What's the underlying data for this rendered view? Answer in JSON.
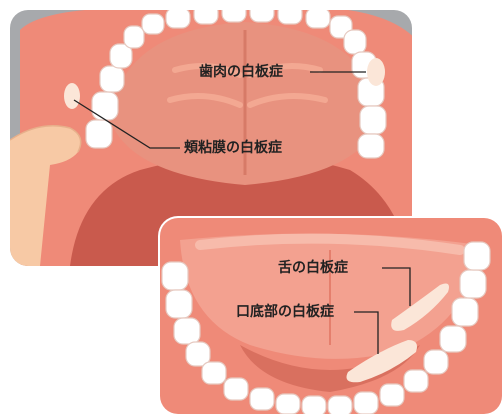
{
  "labels": {
    "gum": "歯肉の白板症",
    "buccal": "頬粘膜の白板症",
    "tongue": "舌の白板症",
    "floor": "口底部の白板症"
  },
  "colors": {
    "panel_bg": "#a7a9ac",
    "mouth_outer": "#ef8a78",
    "mouth_deep": "#c95a4d",
    "palate": "#e8927f",
    "lip": "#f3a190",
    "teeth": "#ffffff",
    "leukoplakia": "#fbe6d8",
    "skin": "#f7c9a5",
    "leader": "#222222"
  }
}
